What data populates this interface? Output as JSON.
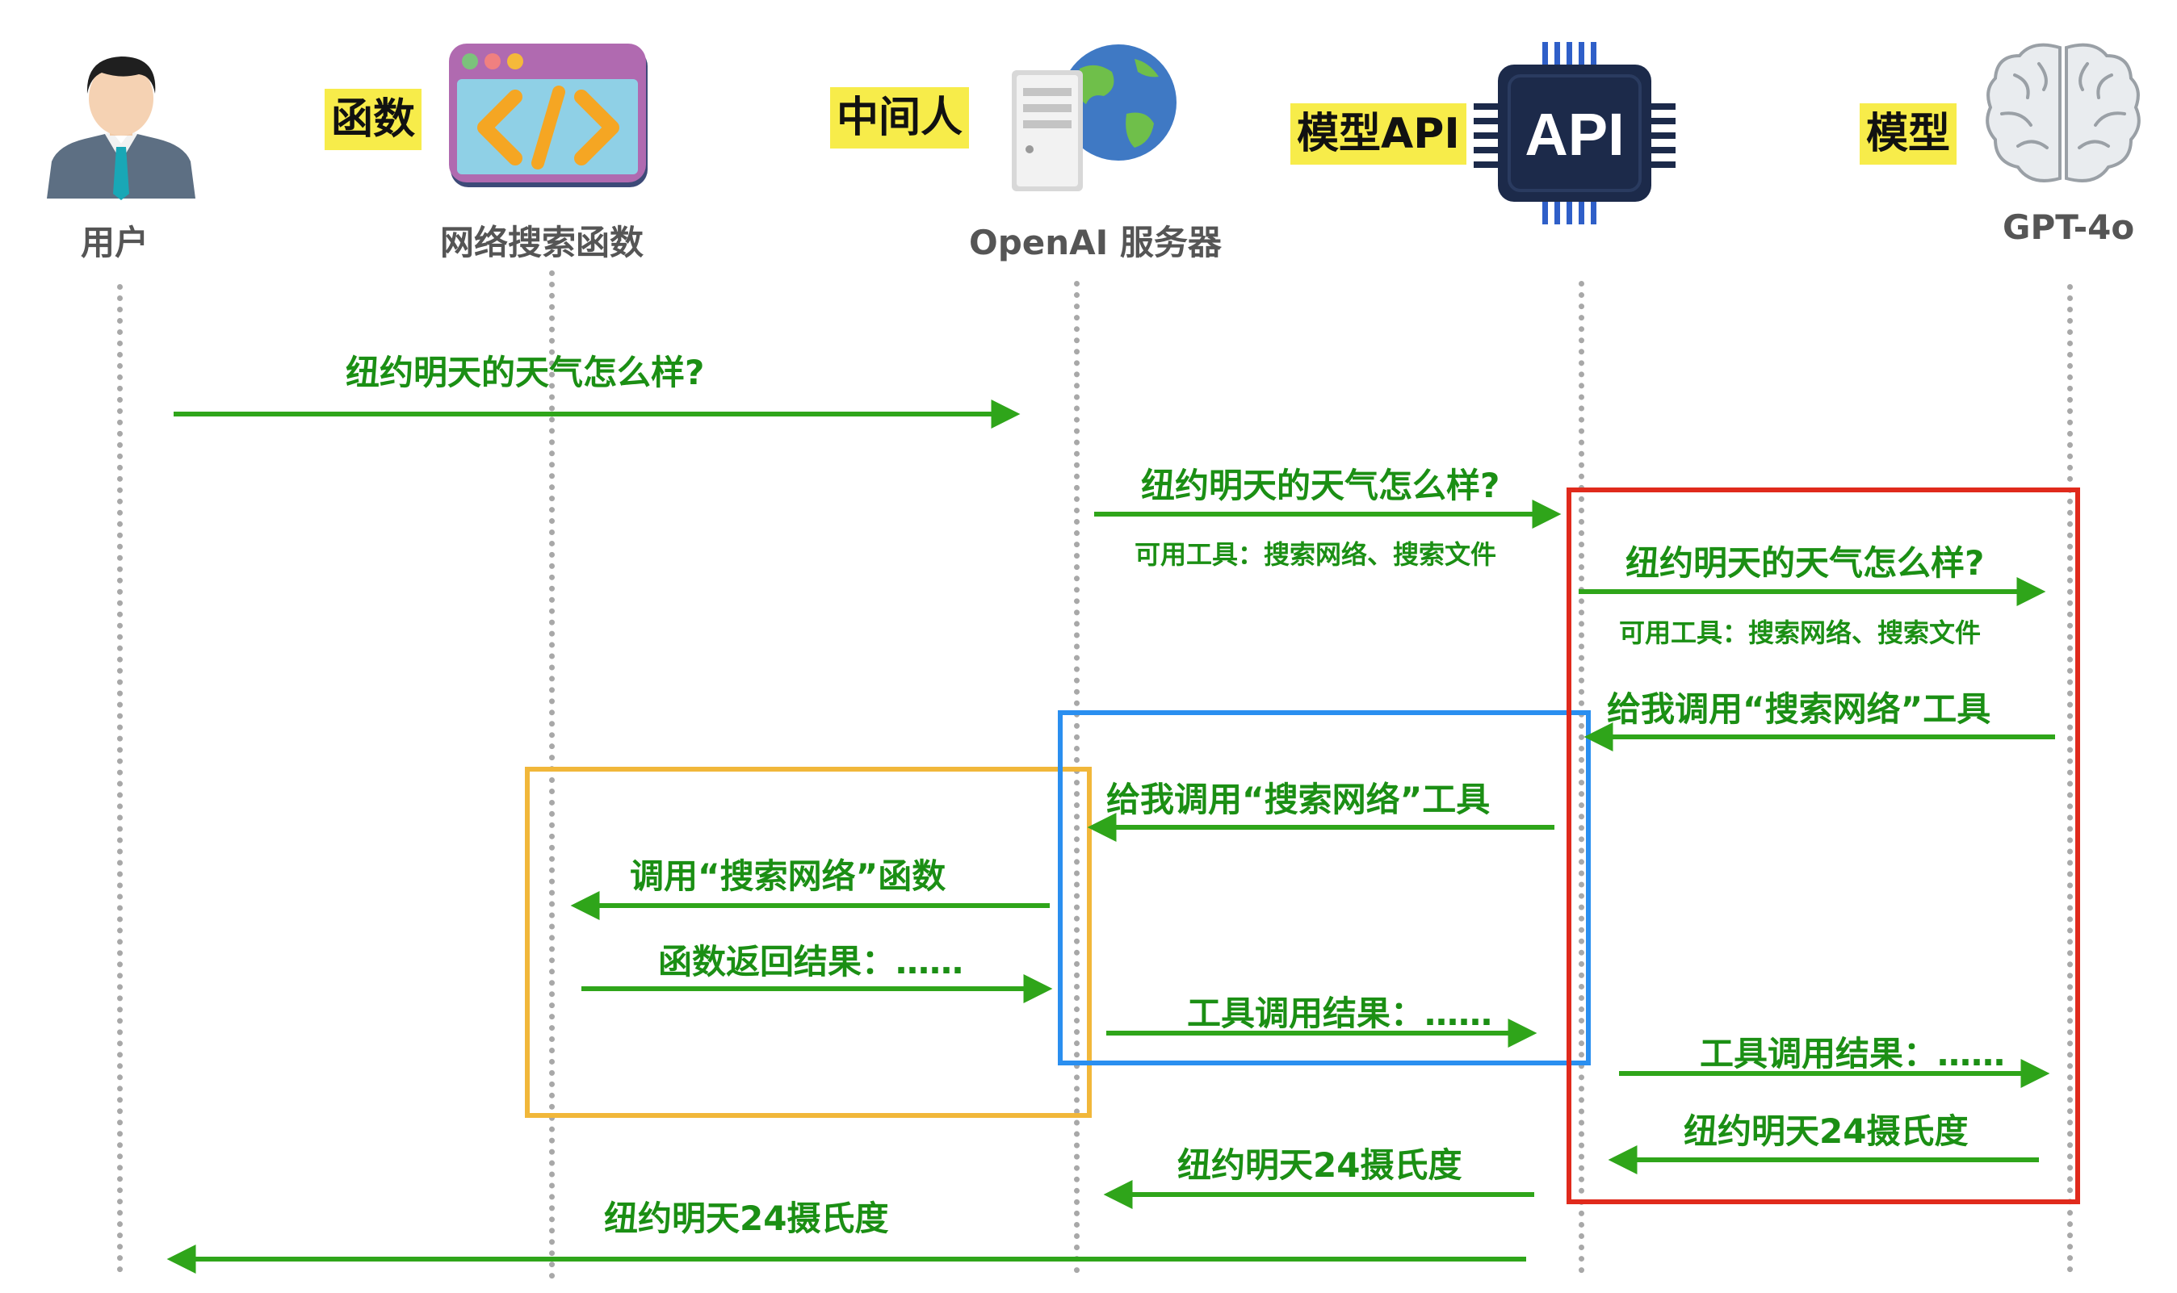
{
  "actors": {
    "user": {
      "label": "用户"
    },
    "function": {
      "tag": "函数",
      "label": "网络搜索函数"
    },
    "middleman": {
      "tag": "中间人",
      "label": "OpenAI 服务器"
    },
    "api": {
      "tag": "模型API",
      "label": "",
      "chip_text": "API"
    },
    "model": {
      "tag": "模型",
      "label": "GPT-4o"
    }
  },
  "messages": {
    "m1": "纽约明天的天气怎么样?",
    "m2": "纽约明天的天气怎么样?",
    "m2_sub": "可用工具：搜索网络、搜索文件",
    "m3": "纽约明天的天气怎么样?",
    "m3_sub": "可用工具：搜索网络、搜索文件",
    "m4": "给我调用“搜索网络”工具",
    "m5": "给我调用“搜索网络”工具",
    "m6": "调用“搜索网络”函数",
    "m7": "函数返回结果：……",
    "m8": "工具调用结果：……",
    "m9": "工具调用结果：……",
    "m10": "纽约明天24摄氏度",
    "m11": "纽约明天24摄氏度",
    "m12": "纽约明天24摄氏度"
  },
  "colors": {
    "arrow": "#2fa51a",
    "text": "#1b8f14",
    "highlight": "#f7ec4a",
    "box_function": "#f1b73a",
    "box_middleman": "#2a8ff0",
    "box_model": "#e02a1c",
    "lifeline": "#a8a8a8"
  },
  "icons": [
    "user-avatar-icon",
    "code-window-icon",
    "server-globe-icon",
    "api-chip-icon",
    "brain-icon"
  ]
}
